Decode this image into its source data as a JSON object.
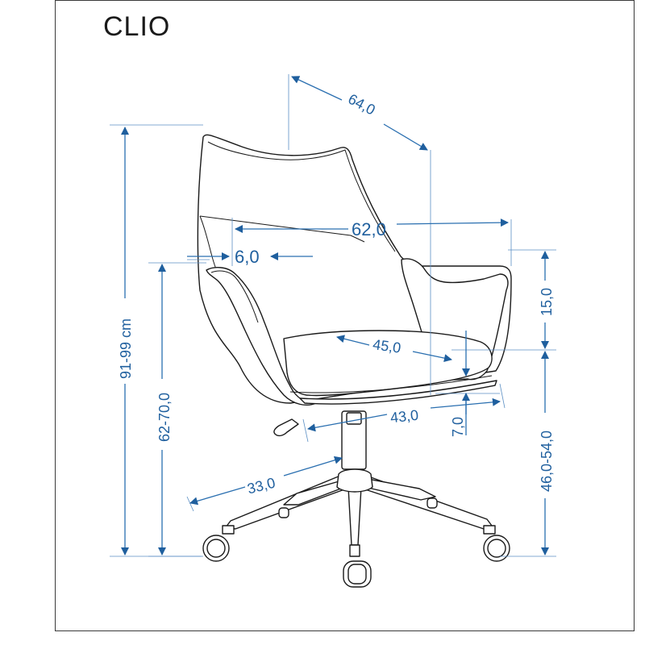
{
  "title": "CLIO",
  "dimensions": {
    "depth_diag": "64,0",
    "width": "62,0",
    "arm_width": "6,0",
    "height_total": "91-99 cm",
    "arm_height": "62-70,0",
    "seat_depth": "45,0",
    "seat_front": "43,0",
    "backrest_upper": "15,0",
    "seat_height": "46,0-54,0",
    "seat_thickness": "7,0",
    "base_radius": "33,0"
  },
  "colors": {
    "dimension": "#1f5f9e",
    "outline": "#1a1a1a",
    "frame": "#3a3a3a"
  }
}
